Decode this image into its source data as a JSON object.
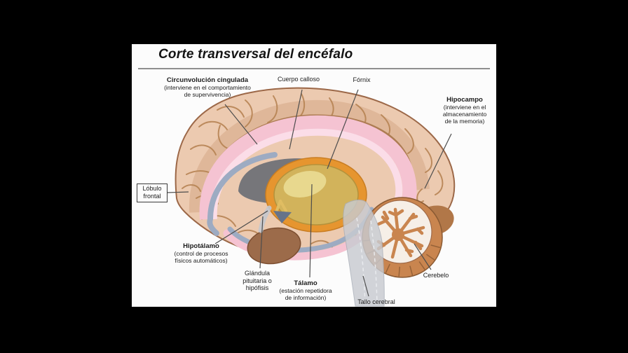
{
  "title": "Corte transversal del encéfalo",
  "labels": {
    "cingulate": {
      "name": "Circunvolución cingulada",
      "desc1": "(interviene en el comportamiento",
      "desc2": "de supervivencia)"
    },
    "corpus_callosum": {
      "name": "Cuerpo calloso"
    },
    "fornix": {
      "name": "Fórnix"
    },
    "hippocampus": {
      "name": "Hipocampo",
      "desc1": "(interviene en el",
      "desc2": "almacenamiento",
      "desc3": "de la memoria)"
    },
    "frontal_lobe": {
      "line1": "Lóbulo",
      "line2": "frontal"
    },
    "hypothalamus": {
      "name": "Hipotálamo",
      "desc1": "(control de procesos",
      "desc2": "físicos automáticos)"
    },
    "pituitary": {
      "line1": "Glándula",
      "line2": "pituitaria o",
      "line3": "hipófisis"
    },
    "thalamus": {
      "name": "Tálamo",
      "desc1": "(estación repetidora",
      "desc2": "de información)"
    },
    "brainstem": {
      "name": "Tallo cerebral"
    },
    "cerebellum": {
      "name": "Cerebelo"
    }
  },
  "colors": {
    "background": "#000000",
    "panel": "#fcfcfc",
    "cortex_tan": "#eccab0",
    "cortex_line": "#a06a48",
    "callosum_brown": "#ad7c52",
    "cingulate_pink": "#f5c3d2",
    "inner_pink": "#fbdde8",
    "ventricle_blue": "#9dabc2",
    "septum_gray": "#76767a",
    "fornix_orange": "#e6952f",
    "thalamus_yellow": "#d2b35b",
    "thalamus_highlight": "#eadb94",
    "midbrain_brown": "#9c6b4a",
    "cerebellum_tan": "#c9854f",
    "brainstem_gray": "#c8cbd1"
  }
}
